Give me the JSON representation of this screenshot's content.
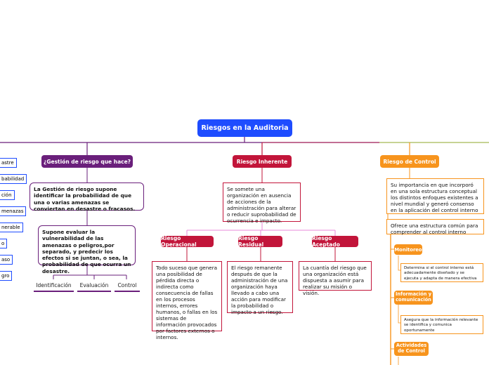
{
  "root": {
    "title": "Riesgos en la Auditoria"
  },
  "gestion": {
    "label": "¿Gestión de riesgo que hace?",
    "desc1": "La Gestión de riesgo supone identificar la probabilidad de que una o varias amenazas se conviertan en desastre o fracasos.",
    "desc2": "Supone evaluar la vulnerabilidad de las amenazas o peligros,por separado, y predecir los efectos si se juntan, o sea, la probabilidad de que ocurra un desastre.",
    "leaves": [
      "Identificación",
      "Evaluación",
      "Control"
    ]
  },
  "inherente": {
    "label": "Riesgo Inherente",
    "desc": "Se somete una organización en ausencia de acciones de la administración para alterar o reducir suprobabilidad de ocurrencia e impacto.",
    "children": [
      {
        "label": "Riesgo Operacional",
        "desc": "Todo suceso que genera una posibilidad de pérdida directa o indirecta como consecuencia de fallas en los procesos internos, errores humanos, o fallas en los sistemas de información provocados por factores externos o internos."
      },
      {
        "label": "Riesgo Residual",
        "desc": "El riesgo remanente después de que la administración de una organización haya llevado a cabo una acción para modificar la probabilidad o impacto a un riesgo."
      },
      {
        "label": "Riesgo Aceptado",
        "desc": "La cuantía del riesgo que una organización está dispuesta a asumir para realizar su misión o visión."
      }
    ]
  },
  "control": {
    "label": "Riesgo de Control",
    "desc1": "Su importancia en que incorporó en una sola estructura conceptual los distintos enfoques existentes a nivel mundial y generó consenso en la aplicación del control interno",
    "desc2": "Ofrece una estructura común para comprender al control interno",
    "items": [
      {
        "label": "Monitoreo",
        "desc": "Determina si el control interno está adecuadamente diseñado y se ejecuta y adapta de manera efectiva"
      },
      {
        "label": "Información y comunicación",
        "desc": "Asegura que la información relevante se identifica y comunica oportunamente"
      },
      {
        "label": "Actividades de Control"
      }
    ]
  },
  "left_fragments": [
    "astre",
    "babilidad",
    "ción",
    "menazas",
    "nerable",
    "o",
    "aso",
    "gro"
  ]
}
